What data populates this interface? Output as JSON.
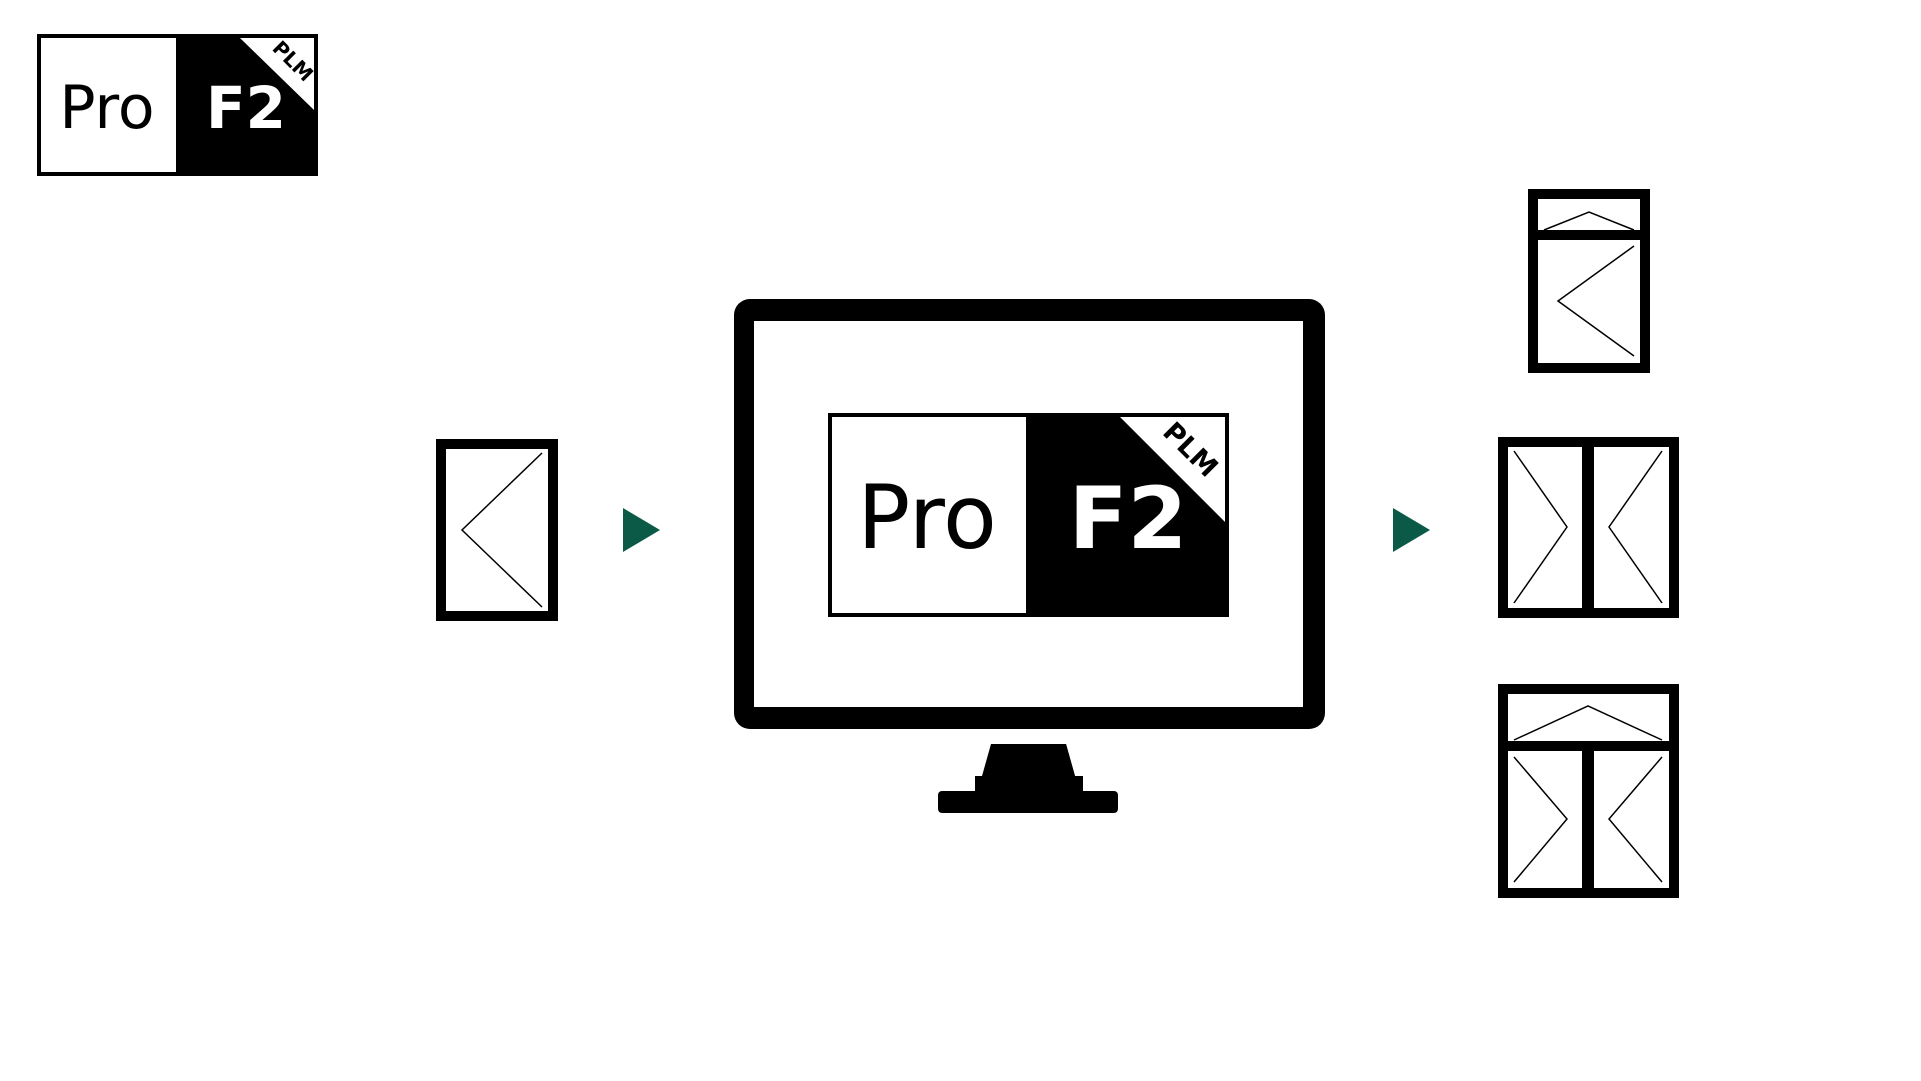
{
  "logo": {
    "pro": "Pro",
    "f2": "F2",
    "plm": "PLM"
  },
  "monitor_logo": {
    "pro": "Pro",
    "f2": "F2",
    "plm": "PLM"
  },
  "icons": {
    "input_window": "single-casement-window-icon",
    "flow_arrow": "play-arrow-icon",
    "monitor": "desktop-monitor-icon",
    "output_1": "window-with-transom-icon",
    "output_2": "double-casement-window-icon",
    "output_3": "double-casement-window-with-transom-icon"
  },
  "colors": {
    "background": "#ffffff",
    "stroke": "#000000",
    "arrow": "#0b5a48"
  }
}
